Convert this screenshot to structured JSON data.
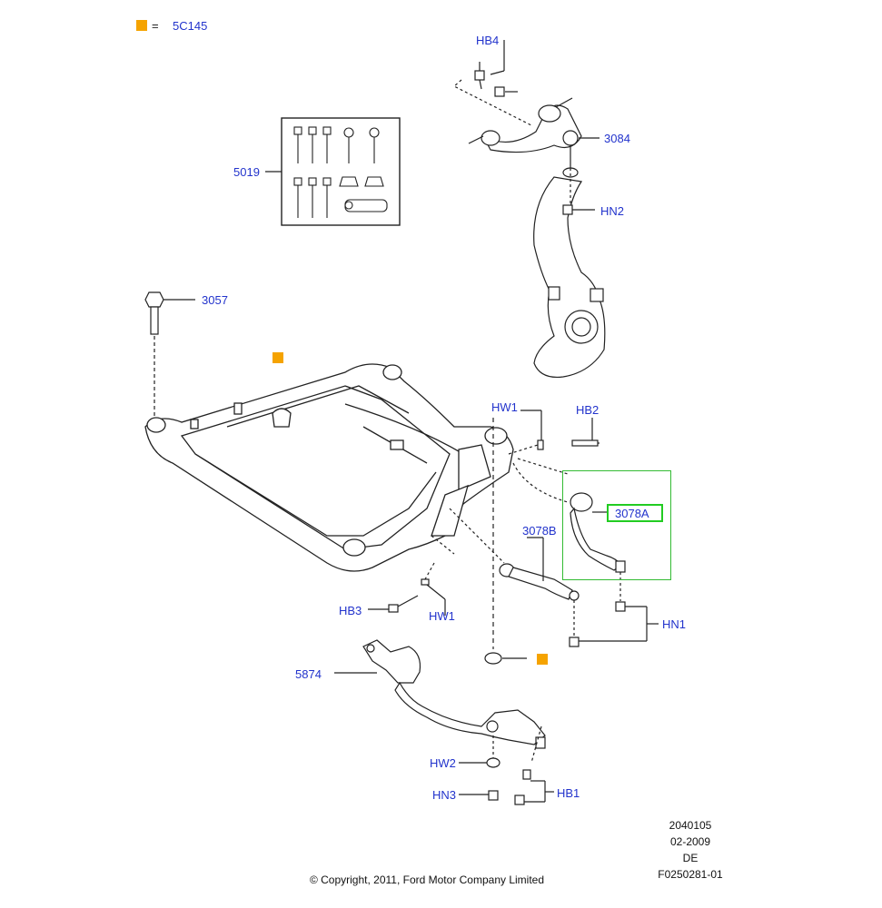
{
  "legend": {
    "symbol_color": "#f5a300",
    "equals": "=",
    "code": "5C145"
  },
  "labels": {
    "hb4": "HB4",
    "l3084": "3084",
    "l5019": "5019",
    "hn2": "HN2",
    "l3057": "3057",
    "hw1_top": "HW1",
    "hb2": "HB2",
    "l3078a": "3078A",
    "l3078b": "3078B",
    "hb3": "HB3",
    "hw1_bottom": "HW1",
    "hn1": "HN1",
    "l5874": "5874",
    "hw2": "HW2",
    "hn3": "HN3",
    "hb1": "HB1"
  },
  "footer": {
    "id": "2040105",
    "date": "02-2009",
    "lang": "DE",
    "ref": "F0250281-01",
    "copyright": "© Copyright, 2011, Ford Motor Company Limited"
  },
  "colors": {
    "label": "#2233cc",
    "highlight": "#22cc22",
    "marker": "#f5a300",
    "line": "#222222"
  }
}
